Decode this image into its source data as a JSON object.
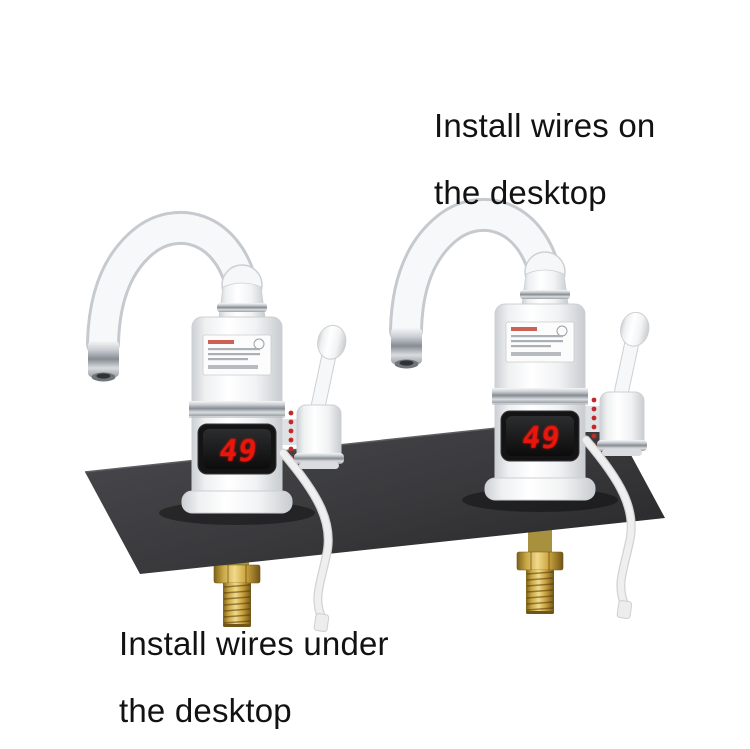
{
  "annotations": {
    "top_label": {
      "line1": "Install wires on",
      "line2": "the desktop"
    },
    "bottom_label": {
      "line1": "Install wires under",
      "line2": "the desktop"
    }
  },
  "product": {
    "display_value": "49",
    "unit_count": "2"
  },
  "colors": {
    "background": "#ffffff",
    "annotation_text": "#121212",
    "panel_dark": "#39393c",
    "led_red": "#e8150d",
    "led_background": "#111112",
    "brass": "#caa43f",
    "faucet_white": "#f6f7f8",
    "chrome": "#b9bec4"
  }
}
